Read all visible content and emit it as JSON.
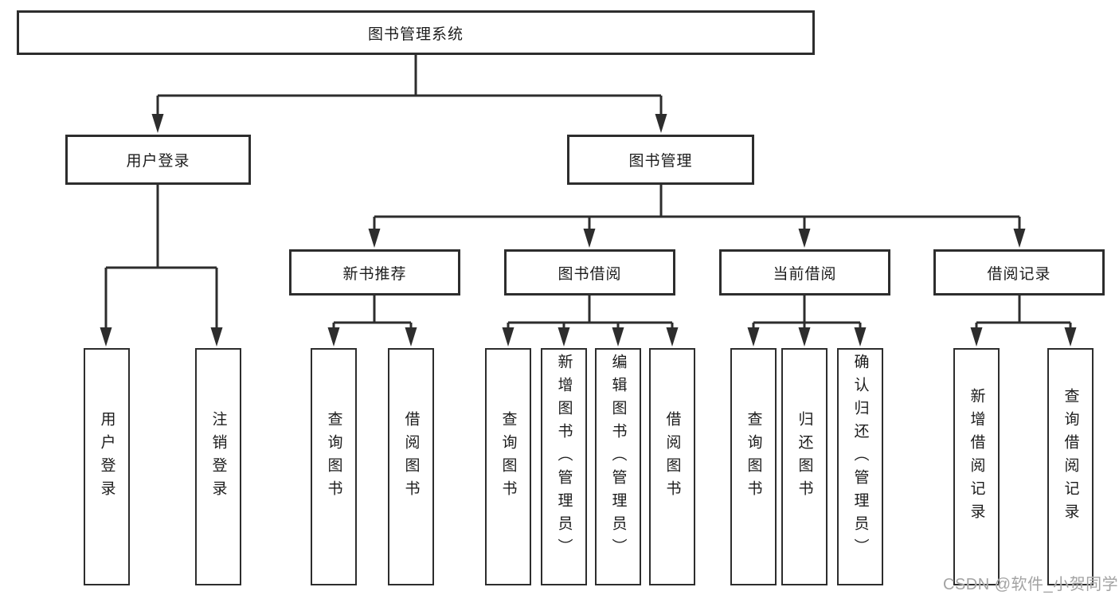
{
  "diagram": {
    "root": {
      "label": "图书管理系统"
    },
    "level2": {
      "user_login": {
        "label": "用户登录",
        "children": {
          "login": "用户登录",
          "logout": "注销登录"
        }
      },
      "book_management": {
        "label": "图书管理",
        "sections": {
          "new_book_recommend": {
            "label": "新书推荐",
            "children": {
              "query_books": "查询图书",
              "borrow_books": "借阅图书"
            }
          },
          "book_borrowing": {
            "label": "图书借阅",
            "children": {
              "query_books": "查询图书",
              "add_books": "新增图书（管理员）",
              "edit_books": "编辑图书（管理员）",
              "borrow_books": "借阅图书"
            }
          },
          "current_borrowing": {
            "label": "当前借阅",
            "children": {
              "query_books": "查询图书",
              "return_books": "归还图书",
              "confirm_return": "确认归还（管理员）"
            }
          },
          "borrowing_records": {
            "label": "借阅记录",
            "children": {
              "add_record": "新增借阅记录",
              "query_record": "查询借阅记录"
            }
          }
        }
      }
    }
  },
  "watermark": "CSDN @软件_小贺同学",
  "colors": {
    "line": "#2d2d2d",
    "box_border": "#2d2d2d",
    "text": "#1c1c1c",
    "watermark": "#a3a3a3",
    "background": "#ffffff"
  }
}
